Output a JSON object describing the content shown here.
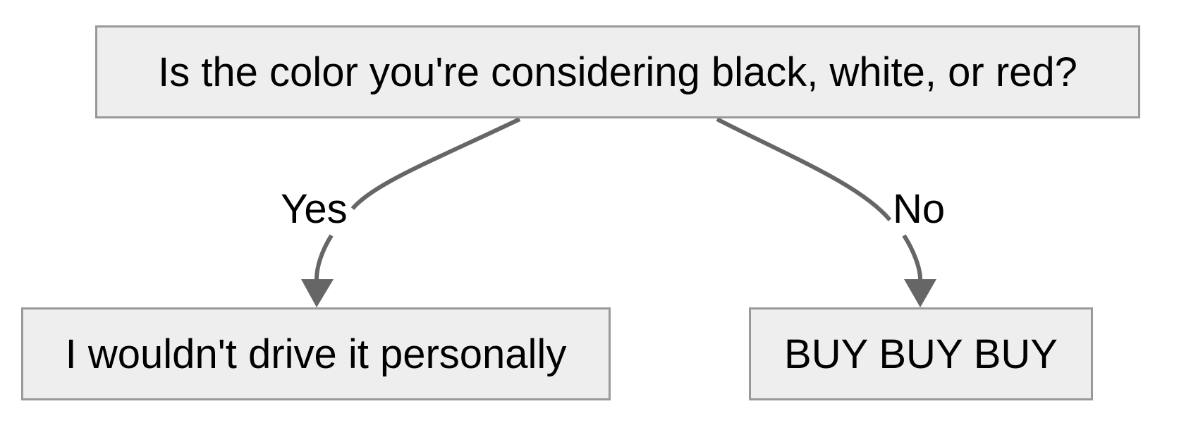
{
  "diagram": {
    "question": "Is the color you're considering black, white, or red?",
    "edges": {
      "yes_label": "Yes",
      "no_label": "No"
    },
    "outcomes": {
      "yes": "I wouldn't drive it personally",
      "no": "BUY BUY BUY"
    },
    "colors": {
      "node_fill": "#eeeeee",
      "node_border": "#999999",
      "edge": "#666666",
      "text": "#000000"
    }
  }
}
